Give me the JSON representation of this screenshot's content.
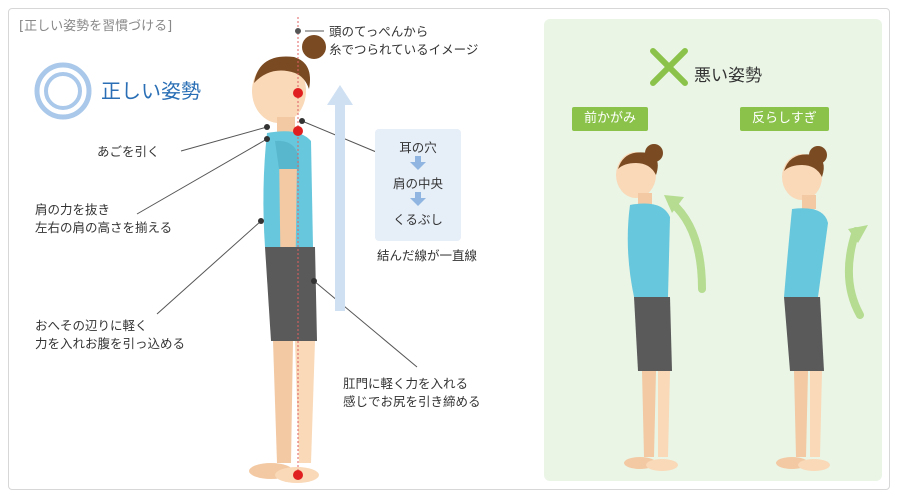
{
  "title": "[正しい姿勢を習慣づける]",
  "good": {
    "label": "正しい姿勢"
  },
  "notes": {
    "head": [
      "頭のてっぺんから",
      "糸でつられているイメージ"
    ],
    "chin": "あごを引く",
    "shoulder": [
      "肩の力を抜き",
      "左右の肩の高さを揃える"
    ],
    "belly": [
      "おへその辺りに軽く",
      "力を入れお腹を引っ込める"
    ],
    "anus": [
      "肛門に軽く力を入れる",
      "感じでお尻を引き締める"
    ]
  },
  "flow": {
    "items": [
      "耳の穴",
      "肩の中央",
      "くるぶし"
    ],
    "caption": "結んだ線が一直線"
  },
  "bad": {
    "label": "悪い姿勢",
    "types": [
      "前かがみ",
      "反らしすぎ"
    ]
  },
  "colors": {
    "accent_blue": "#2a6fb5",
    "panel_green": "#eaf5e6",
    "badge_green": "#8bc34a",
    "marker_red": "#e02020",
    "shirt": "#67c7dc",
    "shorts": "#5a5a5a"
  },
  "icons": [
    "double-circle-icon",
    "x-mark-icon",
    "up-arrow-icon",
    "down-arrow-icon",
    "curved-arrow-icon"
  ]
}
